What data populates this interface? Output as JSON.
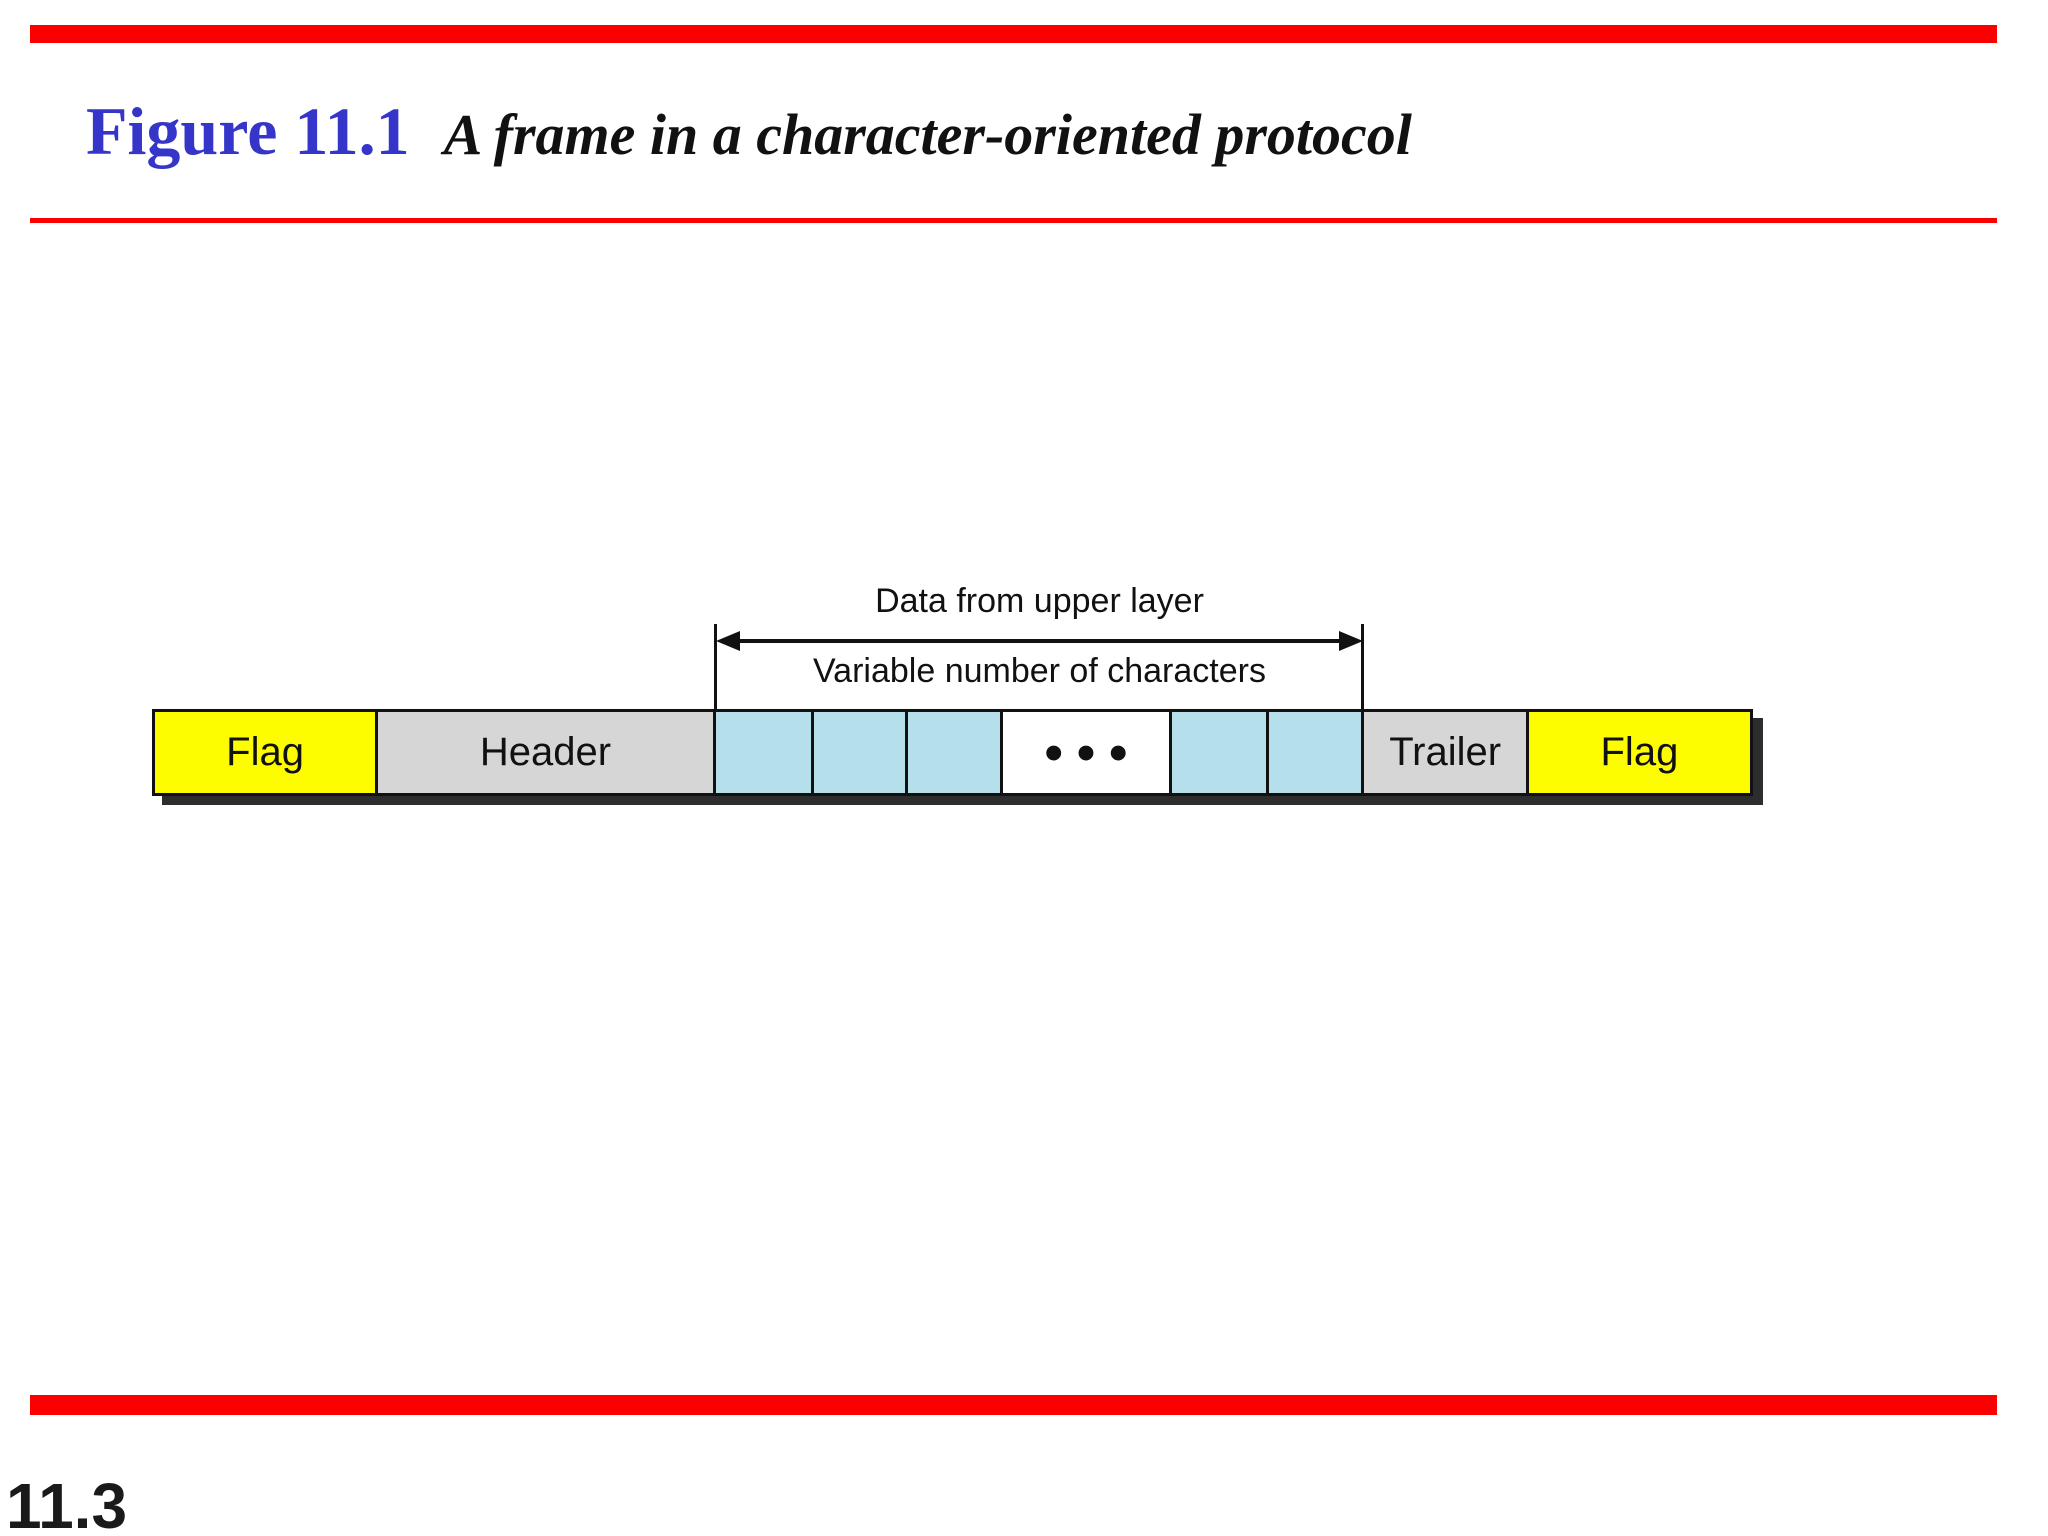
{
  "slide": {
    "figure_label": "Figure 11.1",
    "figure_caption": "A frame in a character-oriented protocol",
    "page_number": "11.3"
  },
  "diagram": {
    "top_annotation": "Data from upper layer",
    "bottom_annotation": "Variable number of characters",
    "cells": [
      {
        "label": "Flag",
        "kind": "flag"
      },
      {
        "label": "Header",
        "kind": "header"
      },
      {
        "label": "",
        "kind": "data-character"
      },
      {
        "label": "",
        "kind": "data-character"
      },
      {
        "label": "",
        "kind": "data-character"
      },
      {
        "label": "•••",
        "kind": "ellipsis"
      },
      {
        "label": "",
        "kind": "data-character"
      },
      {
        "label": "",
        "kind": "data-character"
      },
      {
        "label": "Trailer",
        "kind": "trailer"
      },
      {
        "label": "Flag",
        "kind": "flag"
      }
    ]
  },
  "colors": {
    "accent_red": "#fa0000",
    "title_blue": "#3535c9",
    "flag_yellow": "#fdfd00",
    "header_trailer_gray": "#d6d6d6",
    "data_light_blue": "#b5dfea",
    "frame_border": "#111111",
    "frame_shadow": "#2d2d2d",
    "background": "#ffffff"
  }
}
